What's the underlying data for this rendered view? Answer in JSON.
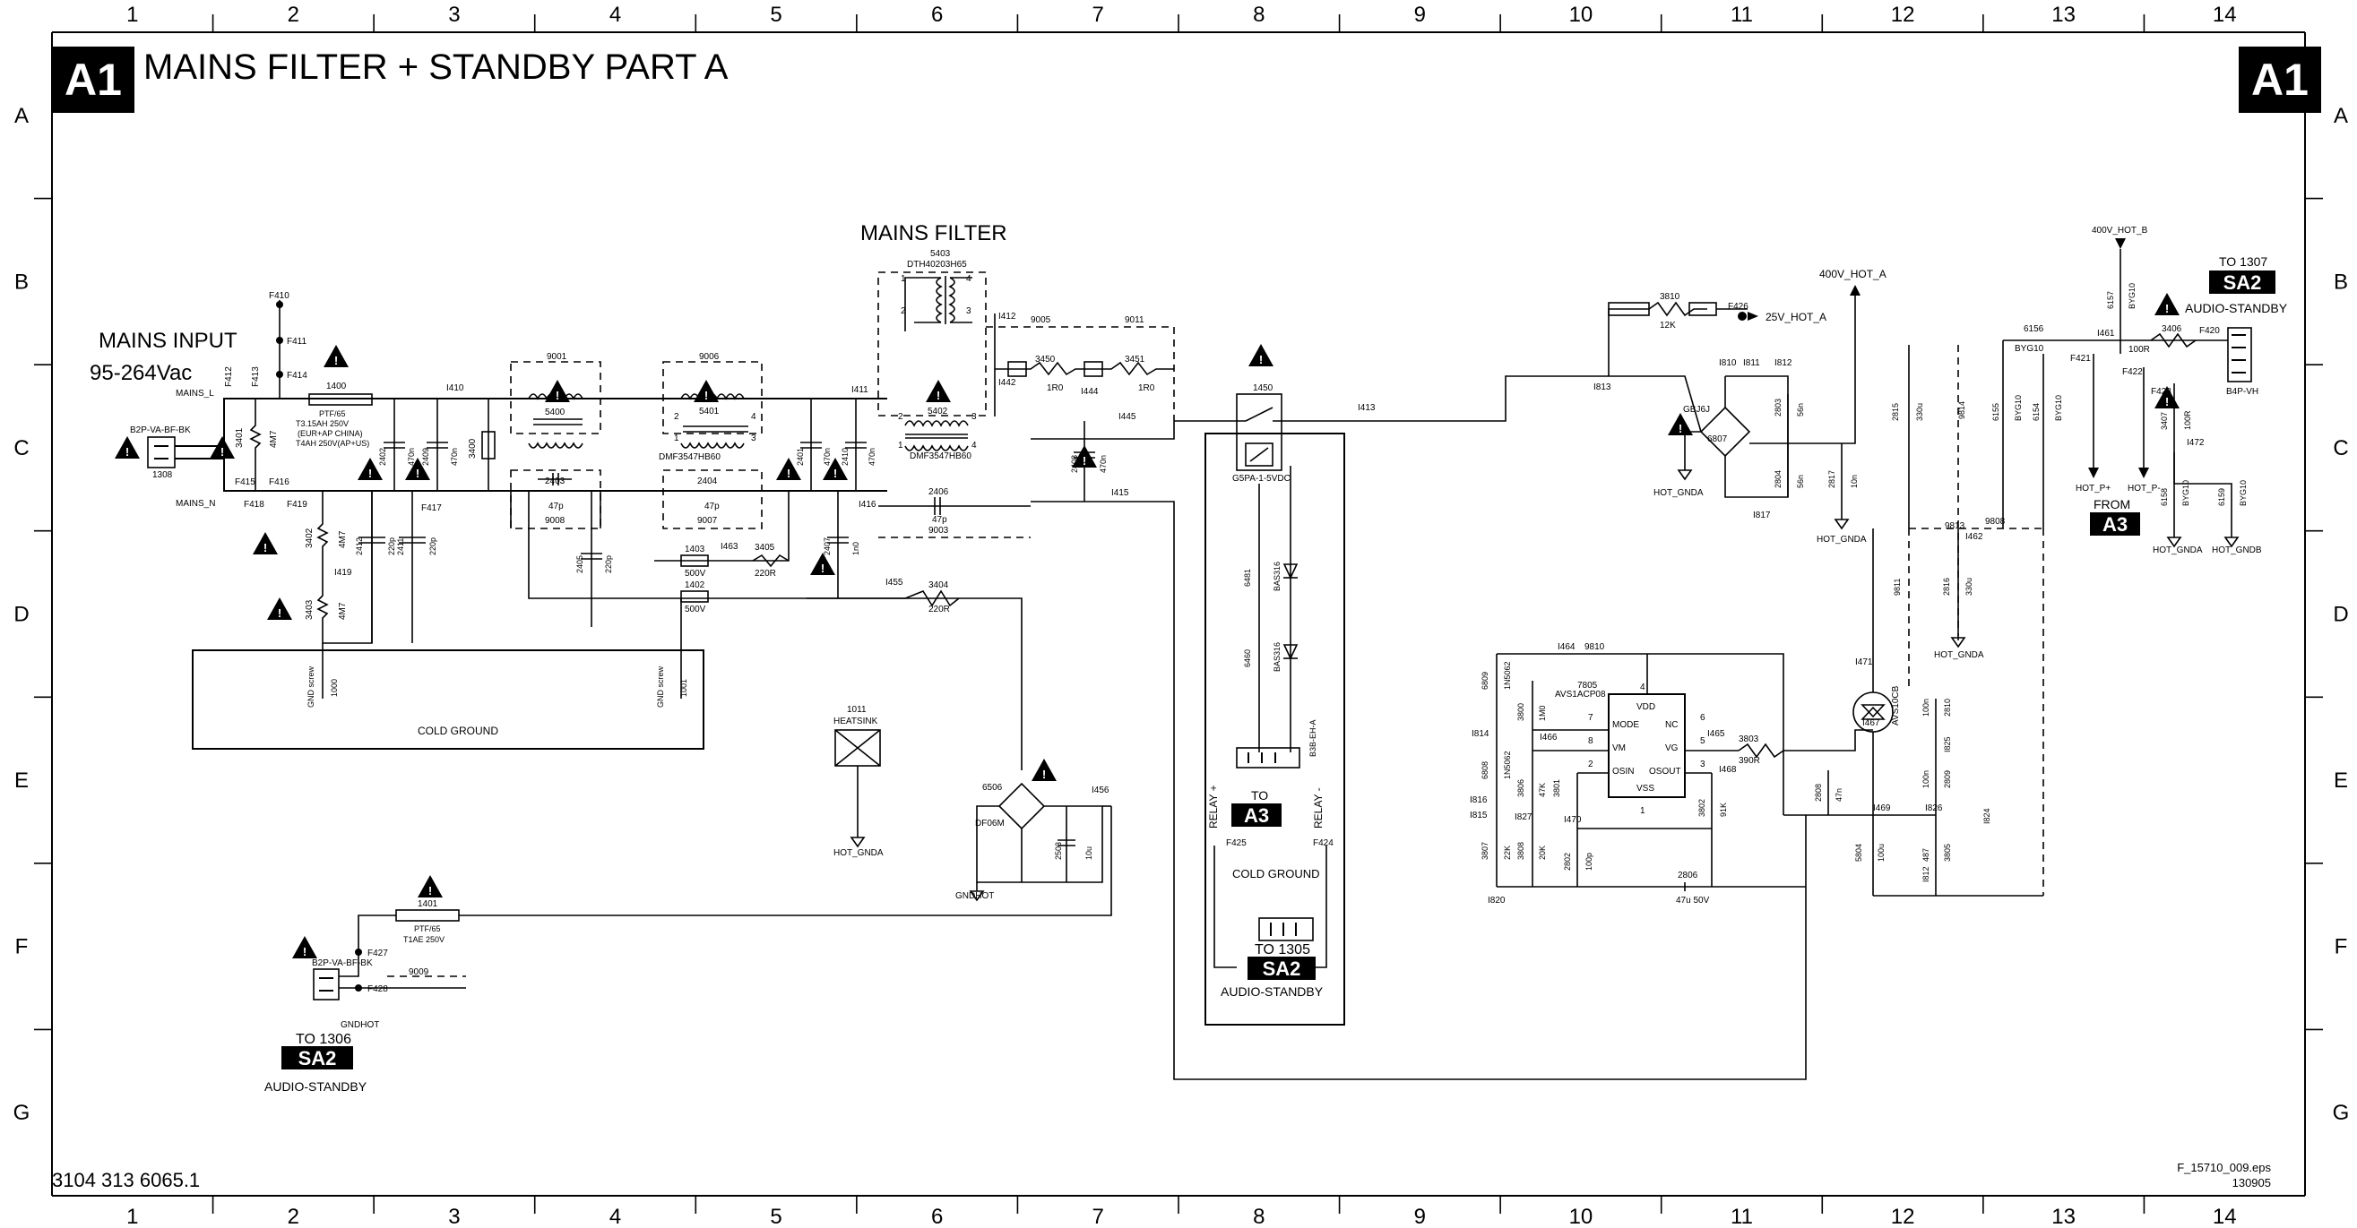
{
  "sheet": {
    "badge": "A1",
    "title": "MAINS FILTER + STANDBY  PART A",
    "doc_number": "3104 313 6065.1",
    "file_id": "F_15710_009.eps",
    "file_date": "130905",
    "cols": [
      "1",
      "2",
      "3",
      "4",
      "5",
      "6",
      "7",
      "8",
      "9",
      "10",
      "11",
      "12",
      "13",
      "14"
    ],
    "rows": [
      "A",
      "B",
      "C",
      "D",
      "E",
      "F",
      "G"
    ]
  },
  "texts": {
    "mains_input": "MAINS INPUT",
    "mains_voltage": "95-264Vac",
    "mains_filter": "MAINS FILTER",
    "mains_l": "MAINS_L",
    "mains_n": "MAINS_N",
    "conn1308_type": "B2P-VA-BF-BK",
    "conn1308_ref": "1308",
    "fuse1400_ref": "1400",
    "fuse1400_v1": "PTF/65",
    "fuse1400_v2": "T3.15AH 250V",
    "fuse1400_v3": "(EUR+AP CHINA)",
    "fuse1400_v4": "T4AH 250V(AP+US)",
    "cold_ground": "COLD GROUND",
    "heatsink_ref": "1011",
    "heatsink": "HEATSINK",
    "hot_gnda": "HOT_GNDA",
    "hot_gndb": "HOT_GNDB",
    "gndhot": "GNDHOT",
    "xfmr5403_ref": "5403",
    "xfmr5403_type": "DTH40203H65",
    "choke_type": "DMF3547HB60",
    "relay_ref": "1450",
    "relay_type": "G5PA-1-5VDC",
    "d6481": "6481",
    "d6460": "6460",
    "bas316": "BAS316",
    "bridge_ref": "6506",
    "bridge_type": "DF06M",
    "bridge2_ref": "6807",
    "bridge2_type": "GBJ6J",
    "to_1305": "TO 1305",
    "to_1306": "TO 1306",
    "to_1307": "TO 1307",
    "to": "TO",
    "from": "FROM",
    "sa2": "SA2",
    "a3": "A3",
    "audio_standby": "AUDIO-STANDBY",
    "relay_plus": "RELAY +",
    "relay_minus": "RELAY -",
    "conn1305_type": "B3B-EH-A",
    "conn1306_type": "B2P-VA-BF-BK",
    "conn1307_type": "B4P-VH",
    "fuse1401_ref": "1401",
    "fuse1401_v1": "PTF/65",
    "fuse1401_v2": "T1AE 250V",
    "v400_hot_a": "400V_HOT_A",
    "v400_hot_b": "400V_HOT_B",
    "v25_hot_a": "25V_HOT_A",
    "hot_p_plus": "HOT_P+",
    "hot_p_minus": "HOT_P-",
    "ic7805_ref": "7805",
    "ic7805_type": "AVS1ACP08",
    "ic_vdd": "VDD",
    "ic_mode": "MODE",
    "ic_vm": "VM",
    "ic_osin": "OSIN",
    "ic_nc": "NC",
    "ic_vg": "VG",
    "ic_osout": "OSOUT",
    "ic_vss": "VSS",
    "triac_type": "AVS10CB",
    "r3810": "3810",
    "r3810_v": "12K",
    "r3803": "3803",
    "r3803_v": "390R",
    "r3406": "3406",
    "r3406_v": "100R",
    "r3407": "3407",
    "r3450": "3450",
    "r3451": "3451",
    "r1r0": "1R0",
    "r3404": "3404",
    "r3405": "3405",
    "r220r": "220R",
    "c2806": "2806",
    "c2806_v": "47u 50V",
    "c2406": "2406",
    "c47p": "47p",
    "c2403": "2403",
    "c2404": "2404",
    "n9001": "9001",
    "n9003": "9003",
    "n9005": "9005",
    "n9006": "9006",
    "n9007": "9007",
    "n9008": "9008",
    "n9009": "9009",
    "n9011": "9011",
    "n9810": "9810",
    "n9813": "9813",
    "n9808": "9808",
    "sp1403": "1403",
    "sp1402": "1402",
    "sp500v": "500V",
    "l5400": "5400",
    "l5401": "5401",
    "l5402": "5402",
    "byg10": "BYG10",
    "d6156": "6156",
    "f410": "F410",
    "f411": "F411",
    "f412": "F412",
    "f413": "F413",
    "f414": "F414",
    "f415": "F415",
    "f416": "F416",
    "f417": "F417",
    "f418": "F418",
    "f419": "F419",
    "f420": "F420",
    "f421": "F421",
    "f422": "F422",
    "f423": "F423",
    "f424": "F424",
    "f425": "F425",
    "f426": "F426",
    "f427": "F427",
    "f428": "F428",
    "i410": "I410",
    "i411": "I411",
    "i412": "I412",
    "i413": "I413",
    "i415": "I415",
    "i416": "I416",
    "i442": "I442",
    "i444": "I444",
    "i445": "I445",
    "i455": "I455",
    "i456": "I456",
    "i461": "I461",
    "i462": "I462",
    "i463": "I463",
    "i464": "I464",
    "i465": "I465",
    "i466": "I466",
    "i467": "I467",
    "i468": "I468",
    "i469": "I469",
    "i470": "I470",
    "i471": "I471",
    "i472": "I472",
    "i810": "I810",
    "i811": "I811",
    "i812": "I812",
    "i813": "I813",
    "i814": "I814",
    "i815": "I815",
    "i816": "I816",
    "i817": "I817",
    "i820": "I820",
    "i827": "I827",
    "gnd_screw": "GND screw",
    "gnd1000": "1000",
    "gnd1001": "1001",
    "c2401": "2401",
    "c2402": "2402",
    "c2409": "2409",
    "c2410": "2410",
    "c2408": "2408",
    "c2412": "2412",
    "c2411": "2411",
    "c2405": "2405",
    "c2407": "2407",
    "c2503": "2503",
    "c2815": "2815",
    "c2816": "2816",
    "c2817": "2817",
    "c2803": "2803",
    "c2804": "2804",
    "c2802": "2802",
    "c2808": "2808",
    "c2809": "2809",
    "c2810": "2810",
    "c470n": "470n",
    "c220p": "220p",
    "c1n0": "1n0",
    "c10u": "10u",
    "c10n": "10n",
    "c330u": "330u",
    "c56n": "56n",
    "c100p": "100p",
    "c47n": "47n",
    "c100n": "100n",
    "r3401": "3401",
    "r3402": "3402",
    "r3403": "3403",
    "r3400": "3400",
    "r4m7": "4M7",
    "i419": "I419",
    "r3802": "3802",
    "r3802_v": "91K",
    "r3807": "3807",
    "r3807_v": "22K",
    "r3808": "3808",
    "r3808_v": "20K",
    "r3800": "3800",
    "r3806": "3806",
    "r3801": "3801",
    "r1m0": "1M0",
    "r47k": "47K",
    "d6809": "6809",
    "d6808": "6808",
    "d1n5062": "1N5062",
    "l5804": "5804",
    "l5804_v": "100u",
    "r487": "487",
    "r3805": "3805",
    "d6157": "6157",
    "d6155": "6155",
    "d6154": "6154",
    "d6158": "6158",
    "d6159": "6159",
    "i824": "I824",
    "i825": "I825",
    "i826": "I826",
    "n9814": "9814",
    "n9811": "9811",
    "pin1": "1",
    "pin2": "2",
    "pin3": "3",
    "pin4": "4",
    "pin5": "5",
    "pin6": "6",
    "pin7": "7",
    "pin8": "8"
  }
}
